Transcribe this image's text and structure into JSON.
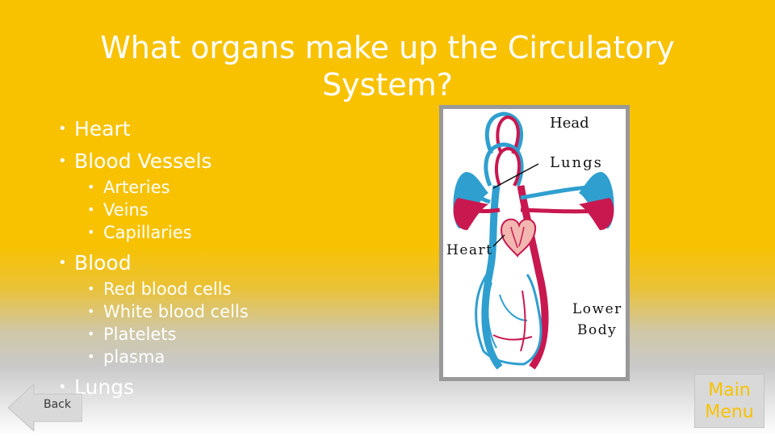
{
  "title": "What organs make up the Circulatory System?",
  "bullets": {
    "heart": "Heart",
    "blood_vessels": {
      "label": "Blood Vessels",
      "items": [
        "Arteries",
        "Veins",
        "Capillaries"
      ]
    },
    "blood": {
      "label": "Blood",
      "items": [
        "Red blood cells",
        "White blood cells",
        "Platelets",
        "plasma"
      ]
    },
    "lungs": "Lungs"
  },
  "diagram": {
    "labels": {
      "head": "Head",
      "lungs": "Lungs",
      "heart": "Heart",
      "lower_body_1": "Lower",
      "lower_body_2": "Body"
    },
    "colors": {
      "arteries": "#c8184f",
      "veins": "#2f9fd0",
      "heart": "#f2b7b0"
    }
  },
  "nav": {
    "back": "Back",
    "main_menu_line1": "Main",
    "main_menu_line2": "Menu"
  },
  "theme": {
    "background": "#f8c200",
    "text": "#ffffff"
  }
}
